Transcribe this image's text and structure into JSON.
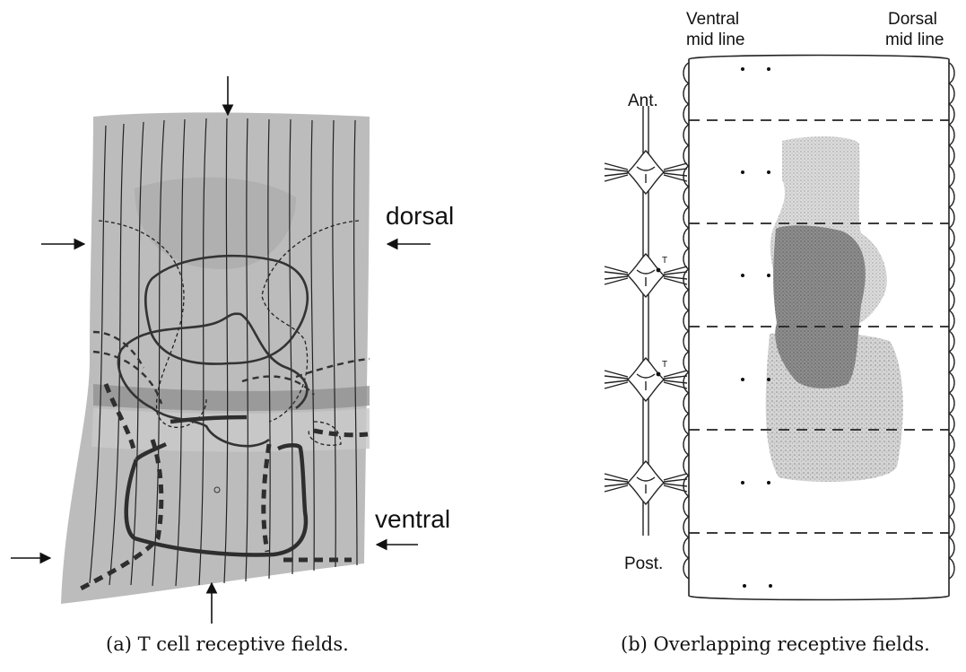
{
  "panel_a": {
    "label_dorsal": "dorsal",
    "label_ventral": "ventral",
    "caption": "(a)  T cell receptive fields."
  },
  "panel_b": {
    "label_ventral_top": "Ventral",
    "label_ventral_bottom": "mid line",
    "label_dorsal_top": "Dorsal",
    "label_dorsal_bottom": "mid line",
    "label_ant": "Ant.",
    "label_post": "Post.",
    "cell_label": "T",
    "caption": "(b)  Overlapping receptive fields."
  },
  "colors": {
    "skin": "#b9b9b9",
    "band": "#999999",
    "ink": "#222222"
  }
}
